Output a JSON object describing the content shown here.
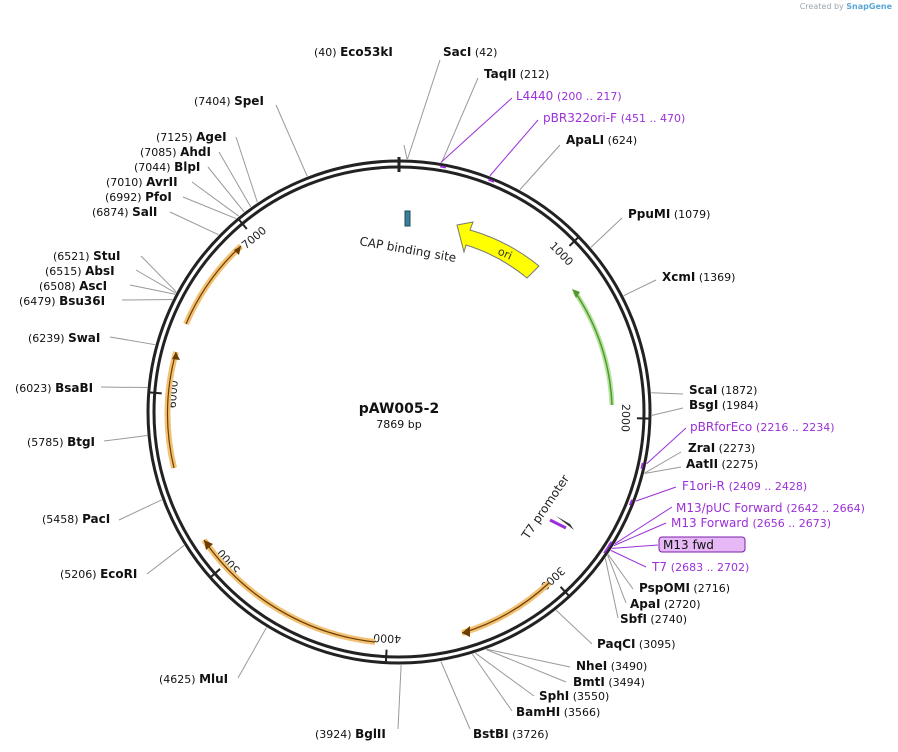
{
  "watermark": {
    "prefix": "Created by",
    "brand": "SnapGene"
  },
  "plasmid": {
    "name": "pAW005-2",
    "size_label": "7869 bp",
    "length": 7869
  },
  "colors": {
    "enzyme": "#000000",
    "primer": "#9b30d9",
    "ori": "#ffff00",
    "green": "#6cc24a",
    "orange": "#f2b950",
    "cap": "#3b7f9a"
  },
  "ticks": [
    {
      "label": "1000",
      "pos": 1000
    },
    {
      "label": "2000",
      "pos": 2000
    },
    {
      "label": "3000",
      "pos": 3000
    },
    {
      "label": "4000",
      "pos": 4000
    },
    {
      "label": "5000",
      "pos": 5000
    },
    {
      "label": "6000",
      "pos": 6000
    },
    {
      "label": "7000",
      "pos": 7000
    }
  ],
  "enzymes": [
    {
      "pos": "(40)",
      "name": "Eco53kI"
    },
    {
      "pos": "(42)",
      "name": "SacI"
    },
    {
      "pos": "(212)",
      "name": "TaqII"
    },
    {
      "pos": "(624)",
      "name": "ApaLI"
    },
    {
      "pos": "(1079)",
      "name": "PpuMI"
    },
    {
      "pos": "(1369)",
      "name": "XcmI"
    },
    {
      "pos": "(1872)",
      "name": "ScaI"
    },
    {
      "pos": "(1984)",
      "name": "BsgI"
    },
    {
      "pos": "(2273)",
      "name": "ZraI"
    },
    {
      "pos": "(2275)",
      "name": "AatII"
    },
    {
      "pos": "(2716)",
      "name": "PspOMI"
    },
    {
      "pos": "(2720)",
      "name": "ApaI"
    },
    {
      "pos": "(2740)",
      "name": "SbfI"
    },
    {
      "pos": "(3095)",
      "name": "PaqCI"
    },
    {
      "pos": "(3490)",
      "name": "NheI"
    },
    {
      "pos": "(3494)",
      "name": "BmtI"
    },
    {
      "pos": "(3550)",
      "name": "SphI"
    },
    {
      "pos": "(3566)",
      "name": "BamHI"
    },
    {
      "pos": "(3726)",
      "name": "BstBI"
    },
    {
      "pos": "(3924)",
      "name": "BglII"
    },
    {
      "pos": "(4625)",
      "name": "MluI"
    },
    {
      "pos": "(5206)",
      "name": "EcoRI"
    },
    {
      "pos": "(5458)",
      "name": "PacI"
    },
    {
      "pos": "(5785)",
      "name": "BtgI"
    },
    {
      "pos": "(6023)",
      "name": "BsaBI"
    },
    {
      "pos": "(6239)",
      "name": "SwaI"
    },
    {
      "pos": "(6479)",
      "name": "Bsu36I"
    },
    {
      "pos": "(6508)",
      "name": "AscI"
    },
    {
      "pos": "(6515)",
      "name": "AbsI"
    },
    {
      "pos": "(6521)",
      "name": "StuI"
    },
    {
      "pos": "(6874)",
      "name": "SalI"
    },
    {
      "pos": "(6992)",
      "name": "PfoI"
    },
    {
      "pos": "(7010)",
      "name": "AvrII"
    },
    {
      "pos": "(7044)",
      "name": "BlpI"
    },
    {
      "pos": "(7085)",
      "name": "AhdI"
    },
    {
      "pos": "(7125)",
      "name": "AgeI"
    },
    {
      "pos": "(7404)",
      "name": "SpeI"
    }
  ],
  "primers": [
    {
      "name": "L4440",
      "range": "(200 .. 217)"
    },
    {
      "name": "pBR322ori-F",
      "range": "(451 .. 470)"
    },
    {
      "name": "pBRforEco",
      "range": "(2216 .. 2234)"
    },
    {
      "name": "F1ori-R",
      "range": "(2409 .. 2428)"
    },
    {
      "name": "M13/pUC Forward",
      "range": "(2642 .. 2664)"
    },
    {
      "name": "M13 Forward",
      "range": "(2656 .. 2673)"
    },
    {
      "name": "M13 fwd",
      "range": ""
    },
    {
      "name": "T7",
      "range": "(2683 .. 2702)"
    }
  ],
  "features": [
    {
      "name": "ori"
    },
    {
      "name": "CAP binding site"
    },
    {
      "name": "T7 promoter"
    }
  ]
}
